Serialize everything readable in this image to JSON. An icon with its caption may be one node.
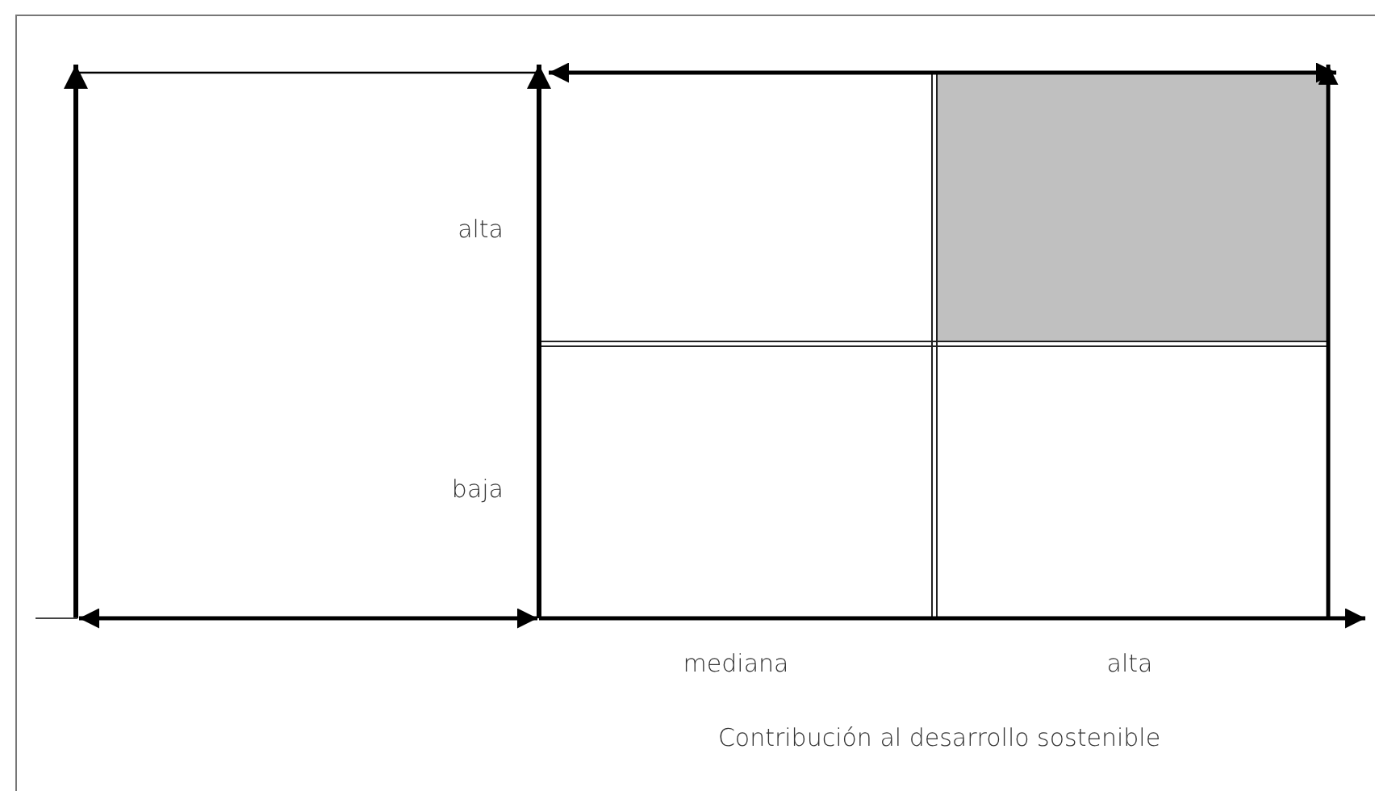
{
  "diagram": {
    "labels": [
      "alta",
      "baja",
      "mediana",
      "alta",
      "Contribución al desarrollo sostenible"
    ]
  }
}
